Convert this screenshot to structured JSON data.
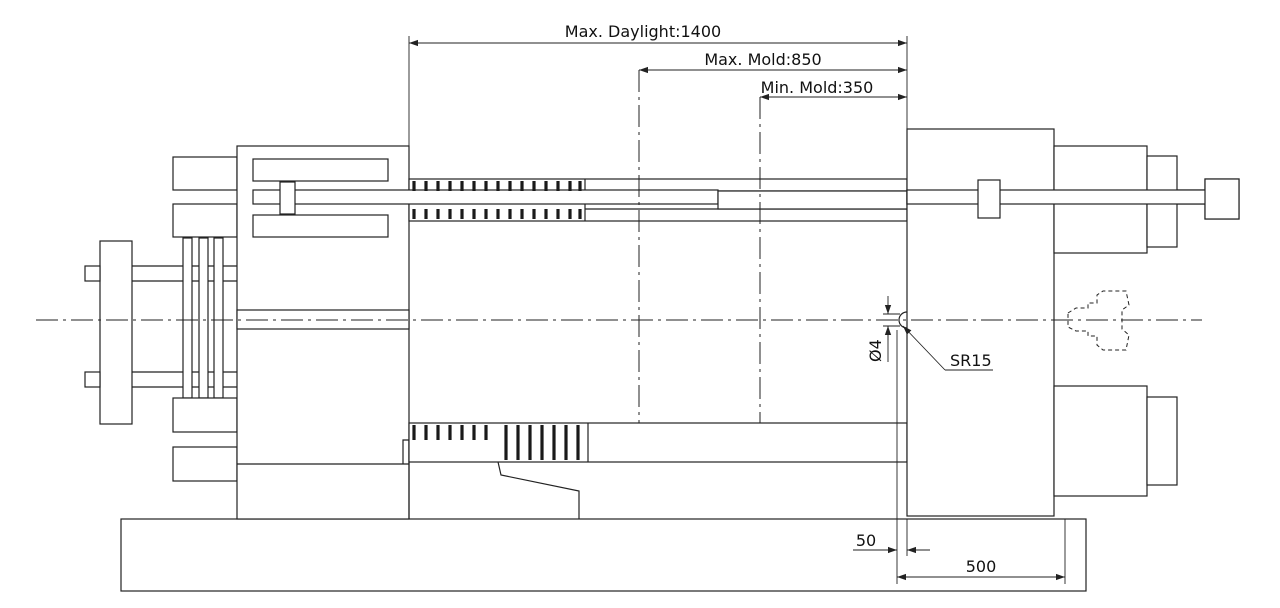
{
  "dimensions": {
    "max_daylight": "Max. Daylight:1400",
    "max_mold": "Max. Mold:850",
    "min_mold": "Min. Mold:350",
    "nozzle_radius": "SR15",
    "nozzle_hole": "Ø4",
    "offset_50": "50",
    "platen_500": "500"
  }
}
